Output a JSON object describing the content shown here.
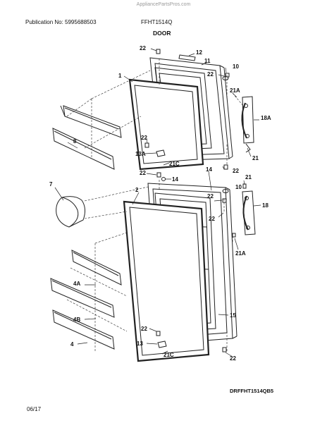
{
  "header": {
    "watermark": "AppliancePartsPros.com",
    "publication": "Publication No: 5995688503",
    "model": "FFHT1514Q",
    "section_title": "DOOR"
  },
  "footer": {
    "diagram_code": "DRFFHT1514QB5",
    "date": "06/17"
  },
  "callouts": {
    "c22a": "22",
    "c12": "12",
    "c11": "11",
    "c10a": "10",
    "c22b": "22",
    "c1": "1",
    "c21a_top": "21A",
    "c18a": "18A",
    "c21_top": "21",
    "c22c": "22",
    "c13a": "13A",
    "c21c_top": "21C",
    "c22d": "22",
    "c8": "8",
    "c22e": "22",
    "c14a": "14",
    "c14b": "14",
    "c7": "7",
    "c2": "2",
    "c22f": "22",
    "c10b": "10",
    "c21_mid": "21",
    "c22g": "22",
    "c18": "18",
    "c21a_mid": "21A",
    "c4a": "4A",
    "c4b": "4B",
    "c4": "4",
    "c15": "15",
    "c22h": "22",
    "c13": "13",
    "c21c_bot": "21C",
    "c22i": "22"
  }
}
